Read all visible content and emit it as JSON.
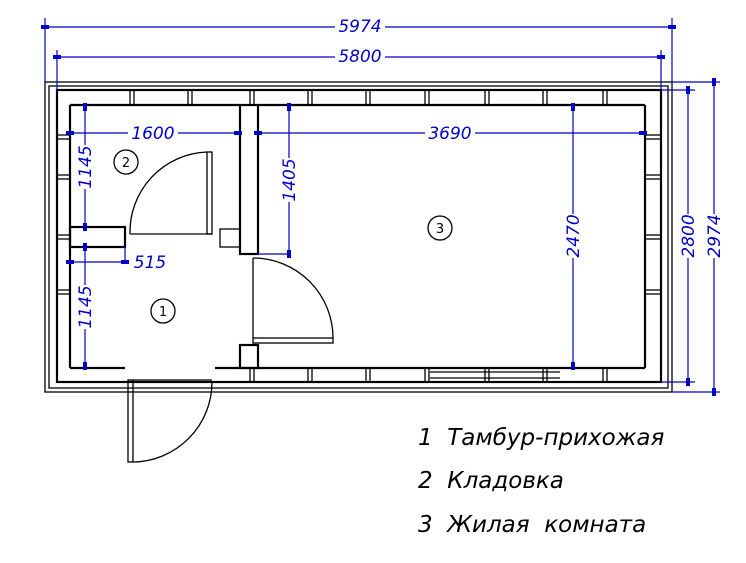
{
  "dimensions": {
    "overall_outer": "5974",
    "overall_inner": "5800",
    "storage_width": "1600",
    "living_width": "3690",
    "storage_depth": "1145",
    "hall_depth": "1145",
    "partition_offset": "515",
    "partition_length": "1405",
    "living_depth": "2470",
    "height_inner": "2800",
    "height_outer": "2974"
  },
  "rooms": {
    "r1": "1",
    "r2": "2",
    "r3": "3"
  },
  "legend": [
    "1  Тамбур-прихожая",
    "2  Кладовка",
    "3  Жилая  комната"
  ],
  "colors": {
    "dimension": "#0000c8",
    "walls": "#000000"
  }
}
